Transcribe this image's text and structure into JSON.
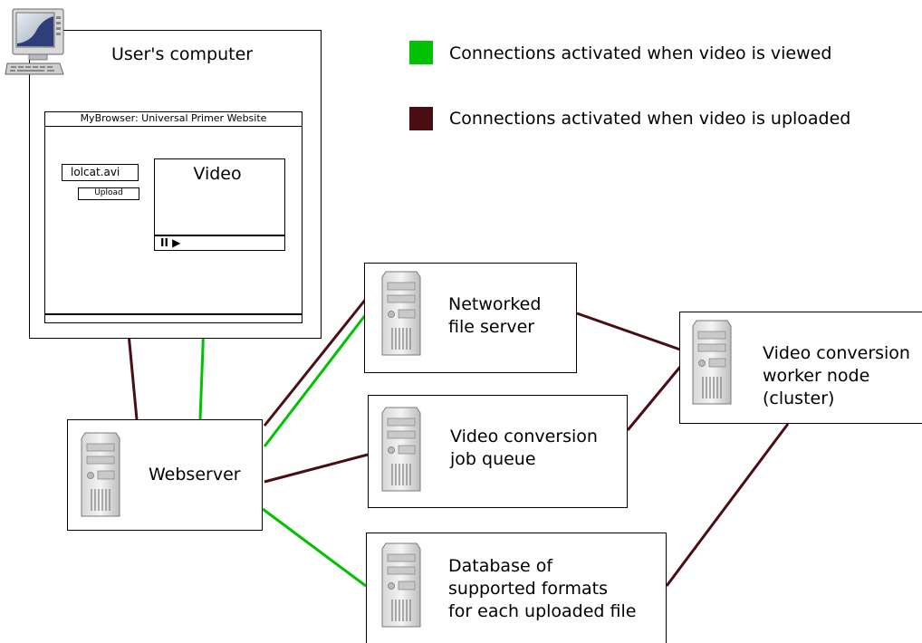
{
  "legend": {
    "viewed": {
      "label": "Connections activated when video is viewed",
      "color": "#00c200"
    },
    "uploaded": {
      "label": "Connections activated when video is uploaded",
      "color": "#4a0d14"
    }
  },
  "user_computer": {
    "title": "User's computer",
    "browser": {
      "title": "MyBrowser: Universal Primer Website",
      "file_field": "lolcat.avi",
      "upload_button": "Upload",
      "video_label": "Video",
      "controls": "II ▶"
    }
  },
  "nodes": {
    "webserver": {
      "lines": [
        "Webserver"
      ]
    },
    "file_server": {
      "lines": [
        "Networked",
        "file server"
      ]
    },
    "job_queue": {
      "lines": [
        "Video conversion",
        "job queue"
      ]
    },
    "database": {
      "lines": [
        "Database of",
        "supported formats",
        "for each uploaded file"
      ]
    },
    "worker": {
      "lines": [
        "Video conversion",
        "worker node",
        "(cluster)"
      ]
    }
  },
  "icons": {
    "computer": "desktop-computer-icon",
    "server": "server-tower-icon"
  }
}
